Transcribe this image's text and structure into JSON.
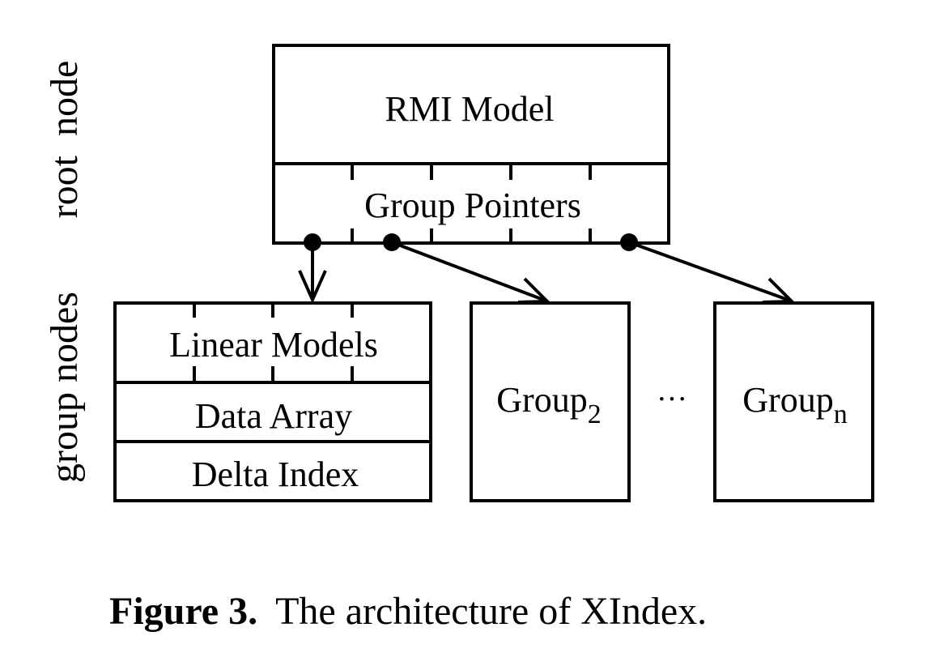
{
  "side_labels": {
    "root": "root  node",
    "group": "group nodes"
  },
  "root_node": {
    "model_label": "RMI Model",
    "pointers_label": "Group Pointers"
  },
  "group_node_1": {
    "models_label": "Linear Models",
    "data_label": "Data Array",
    "delta_label": "Delta Index"
  },
  "group_2": {
    "base": "Group",
    "sub": "2"
  },
  "ellipsis": "···",
  "group_n": {
    "base": "Group",
    "sub": "n"
  },
  "caption": {
    "prefix": "Figure 3.",
    "text": "The architecture of XIndex."
  }
}
